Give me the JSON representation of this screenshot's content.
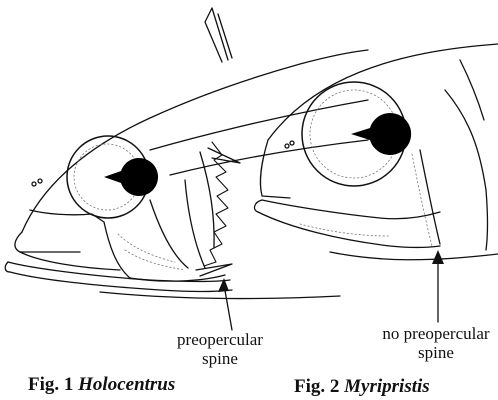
{
  "figure1": {
    "callout_line1": "preopercular",
    "callout_line2": "spine",
    "caption_prefix": "Fig. 1",
    "caption_genus": "Holocentrus"
  },
  "figure2": {
    "callout_line1": "no preopercular",
    "callout_line2": "spine",
    "caption_prefix": "Fig. 2",
    "caption_genus": "Myripristis"
  }
}
